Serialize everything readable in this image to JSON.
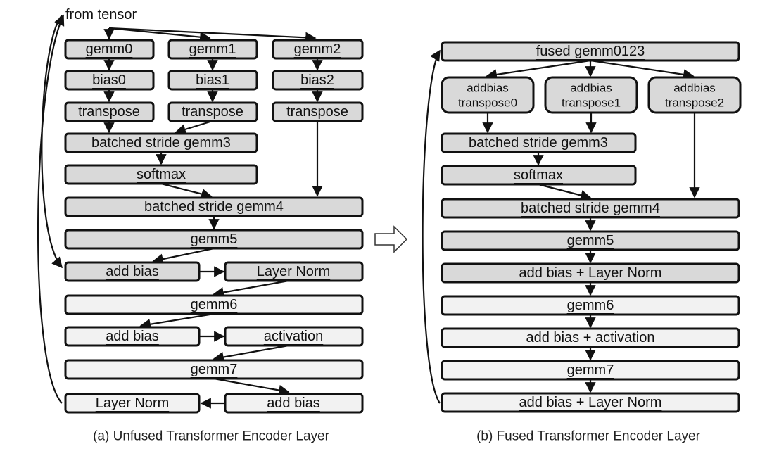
{
  "input_label": "from tensor",
  "unfused": {
    "caption": "(a) Unfused Transformer Encoder Layer",
    "boxes": {
      "gemm0": "gemm0",
      "gemm1": "gemm1",
      "gemm2": "gemm2",
      "bias0": "bias0",
      "bias1": "bias1",
      "bias2": "bias2",
      "transpose0": "transpose",
      "transpose1": "transpose",
      "transpose2": "transpose",
      "batched_gemm3": "batched stride gemm3",
      "softmax": "softmax",
      "batched_gemm4": "batched stride gemm4",
      "gemm5": "gemm5",
      "add_bias1": "add bias",
      "layer_norm1": "Layer Norm",
      "gemm6": "gemm6",
      "add_bias2": "add bias",
      "activation": "activation",
      "gemm7": "gemm7",
      "layer_norm2": "Layer Norm",
      "add_bias3": "add bias"
    }
  },
  "fused": {
    "caption": "(b) Fused Transformer Encoder Layer",
    "boxes": {
      "fused_gemm": "fused gemm0123",
      "addbias_t0_line1": "addbias",
      "addbias_t0_line2": "transpose0",
      "addbias_t1_line1": "addbias",
      "addbias_t1_line2": "transpose1",
      "addbias_t2_line1": "addbias",
      "addbias_t2_line2": "transpose2",
      "batched_gemm3": "batched stride gemm3",
      "softmax": "softmax",
      "batched_gemm4": "batched stride gemm4",
      "gemm5": "gemm5",
      "add_bias_ln1": "add bias + Layer Norm",
      "gemm6": "gemm6",
      "add_bias_act": "add bias + activation",
      "gemm7": "gemm7",
      "add_bias_ln2": "add bias + Layer Norm"
    }
  },
  "colors": {
    "box_dark": "#d9d9d9",
    "box_light": "#f2f2f2",
    "stroke": "#111111"
  }
}
